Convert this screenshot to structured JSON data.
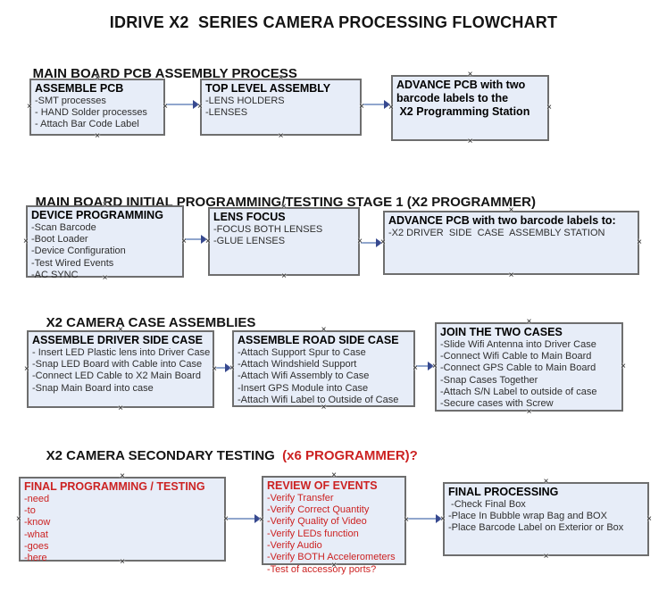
{
  "title": "IDRIVE X2  SERIES CAMERA PROCESSING FLOWCHART",
  "icons": {
    "connection_point": "×"
  },
  "colors": {
    "box_fill": "#e7edf8",
    "box_border": "#6e6e6e",
    "arrow_line": "#90a6cd",
    "arrow_head": "#37498f",
    "red": "#cc2222",
    "text": "#2e2e2e"
  },
  "sections": [
    {
      "header": "MAIN BOARD PCB ASSEMBLY PROCESS",
      "boxes": [
        {
          "title": "ASSEMBLE PCB",
          "items": [
            "-SMT processes",
            "- HAND Solder processes",
            "- Attach Bar Code Label"
          ]
        },
        {
          "title": "TOP LEVEL ASSEMBLY",
          "items": [
            "-LENS HOLDERS",
            "-LENSES"
          ]
        },
        {
          "title": "ADVANCE PCB with two\nbarcode labels to the\n X2 Programming Station",
          "items": []
        }
      ]
    },
    {
      "header": "MAIN BOARD INITIAL PROGRAMMING/TESTING STAGE 1 (X2 PROGRAMMER)",
      "boxes": [
        {
          "title": "DEVICE PROGRAMMING",
          "items": [
            "-Scan Barcode",
            "-Boot Loader",
            "-Device Configuration",
            "-Test Wired Events",
            "-AC SYNC"
          ]
        },
        {
          "title": "LENS FOCUS",
          "items": [
            "-FOCUS BOTH LENSES",
            "-GLUE LENSES"
          ]
        },
        {
          "title": "ADVANCE PCB with two barcode labels to:",
          "items": [
            "-X2 DRIVER  SIDE  CASE  ASSEMBLY STATION"
          ]
        }
      ]
    },
    {
      "header": "X2 CAMERA CASE ASSEMBLIES",
      "boxes": [
        {
          "title": "ASSEMBLE DRIVER SIDE CASE",
          "items": [
            "- Insert LED Plastic lens into Driver Case",
            "-Snap LED Board with Cable into Case",
            "-Connect LED Cable to X2 Main Board",
            "-Snap Main Board into case"
          ]
        },
        {
          "title": "ASSEMBLE ROAD SIDE CASE",
          "items": [
            "-Attach Support Spur to Case",
            "-Attach Windshield Support",
            "-Attach Wifi Assembly to Case",
            "-Insert GPS Module into Case",
            "-Attach Wifi Label to Outside of Case"
          ]
        },
        {
          "title": "JOIN THE TWO CASES",
          "items": [
            "-Slide Wifi Antenna into Driver Case",
            "-Connect Wifi Cable to Main Board",
            "-Connect GPS Cable to Main Board",
            "-Snap Cases Together",
            "-Attach S/N Label to outside of case",
            "-Secure cases with Screw"
          ]
        }
      ]
    },
    {
      "header": "X2 CAMERA SECONDARY TESTING  ",
      "header_accent": "(x6 PROGRAMMER)?",
      "boxes": [
        {
          "title": "FINAL PROGRAMMING / TESTING",
          "red": true,
          "items": [
            "-need",
            "-to",
            "-know",
            "-what",
            "-goes",
            "-here"
          ]
        },
        {
          "title": "REVIEW OF EVENTS",
          "red": true,
          "items": [
            "-Verify Transfer",
            "-Verify Correct Quantity",
            "-Verify Quality of Video",
            "-Verify LEDs function",
            "-Verify Audio",
            "-Verify BOTH Accelerometers",
            "-Test of accessory ports?"
          ]
        },
        {
          "title": "FINAL PROCESSING",
          "items": [
            " -Check Final Box",
            "-Place In Bubble wrap Bag and BOX",
            "-Place Barcode Label on Exterior or Box"
          ]
        }
      ]
    }
  ]
}
